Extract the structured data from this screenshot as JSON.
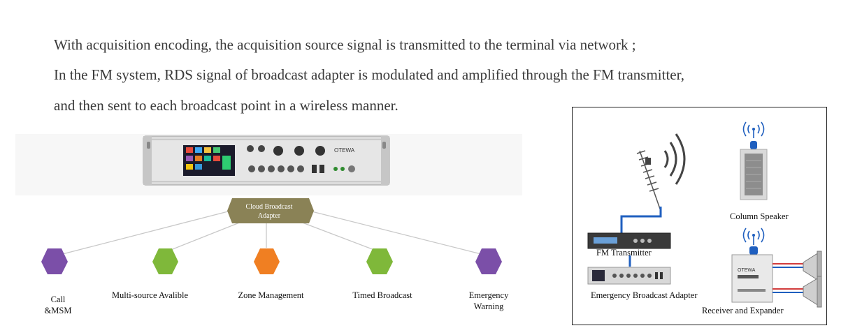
{
  "intro_lines": [
    "With acquisition encoding, the acquisition source signal is transmitted to the terminal via network ;",
    "In the FM system, RDS signal of broadcast adapter is modulated and amplified through the FM transmitter,",
    "and then sent to each broadcast point in a wireless manner."
  ],
  "hub": {
    "line1": "Cloud Broadcast",
    "line2": "Adapter"
  },
  "nodes": [
    {
      "line1": "Call",
      "line2": "&MSM",
      "color": "#7b4fa8"
    },
    {
      "line1": "Multi-source Avalible",
      "line2": "",
      "color": "#7fb83a"
    },
    {
      "line1": "Zone Management",
      "line2": "",
      "color": "#f07f22"
    },
    {
      "line1": "Timed Broadcast",
      "line2": "",
      "color": "#7fb83a"
    },
    {
      "line1": "Emergency",
      "line2": "Warning",
      "color": "#7b4fa8"
    }
  ],
  "device_brand": "OTEWA",
  "panel": {
    "column_speaker": "Column Speaker",
    "fm_transmitter": "FM Transmitter",
    "adapter": "Emergency Broadcast Adapter",
    "receiver": "Receiver and Expander",
    "receiver_brand": "OTEWA"
  },
  "colors": {
    "hub": "#8a8256",
    "line": "#c8c8c8",
    "accent_blue": "#1f5fbf",
    "cable_red": "#d23c3c"
  }
}
